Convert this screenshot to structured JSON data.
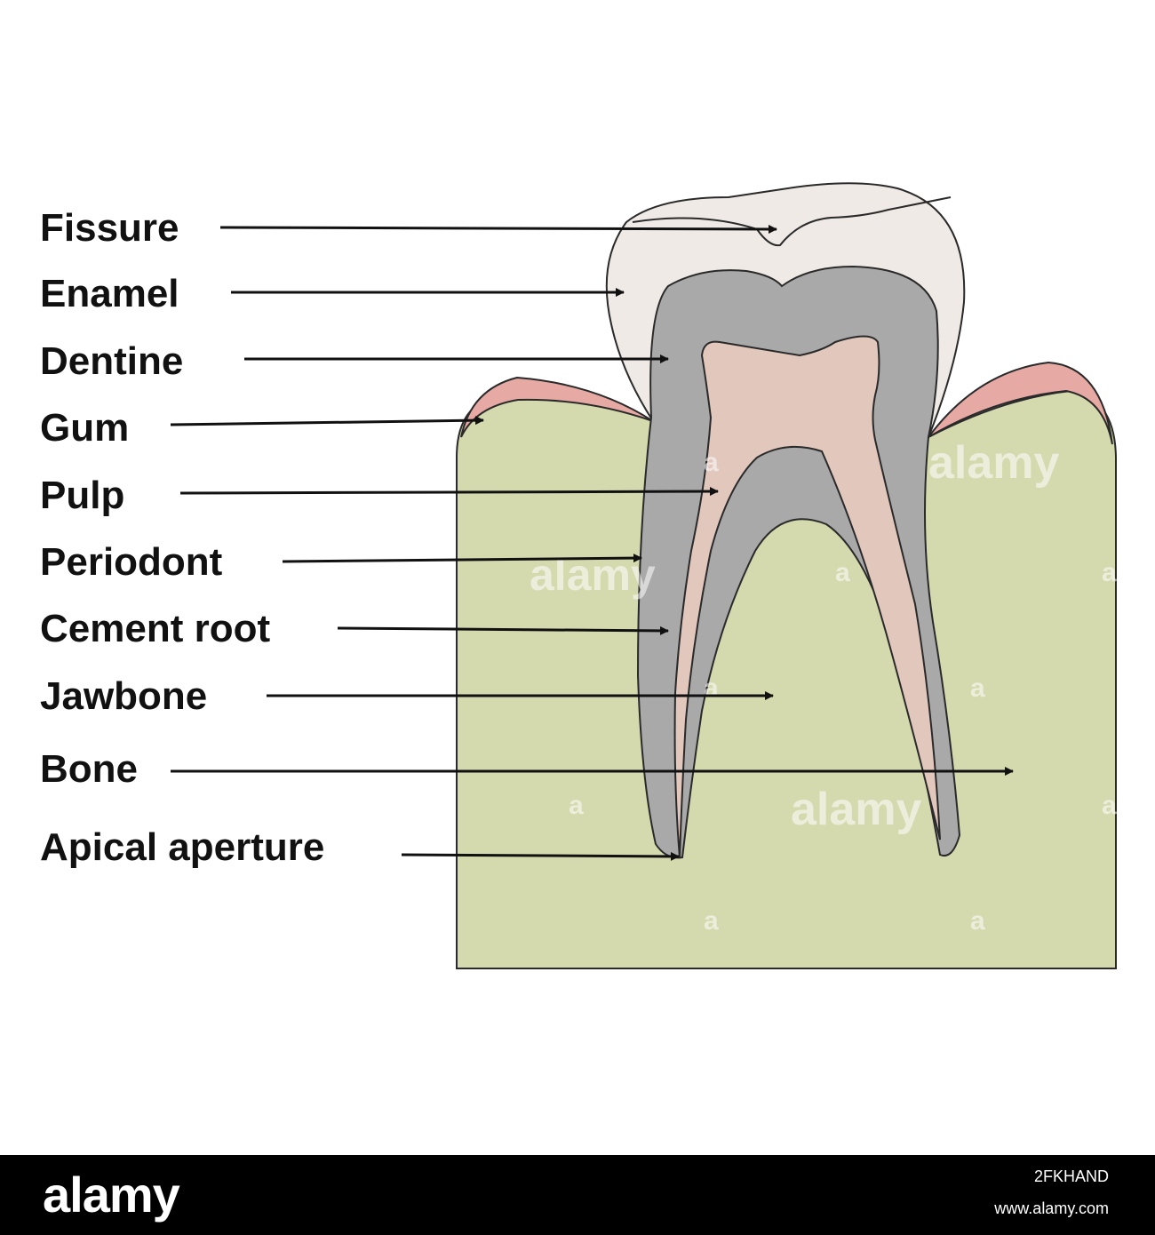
{
  "labels": [
    {
      "id": "fissure",
      "text": "Fissure"
    },
    {
      "id": "enamel",
      "text": "Enamel"
    },
    {
      "id": "dentine",
      "text": "Dentine"
    },
    {
      "id": "gum",
      "text": "Gum"
    },
    {
      "id": "pulp",
      "text": "Pulp"
    },
    {
      "id": "periodont",
      "text": "Periodont"
    },
    {
      "id": "cement-root",
      "text": "Cement root"
    },
    {
      "id": "jawbone",
      "text": "Jawbone"
    },
    {
      "id": "bone",
      "text": "Bone"
    },
    {
      "id": "apical-aperture",
      "text": "Apical aperture"
    }
  ],
  "colors": {
    "bone": "#d5d9ae",
    "gum": "#e6a9a4",
    "enamel": "#efeae6",
    "dentine": "#a9a9a9",
    "pulp": "#e2c7bd",
    "outline": "#2a2a2a",
    "arrow": "#111111"
  },
  "watermark": {
    "text": "alamy",
    "letter": "a"
  },
  "footer": {
    "logo": "alamy",
    "image_id": "2FKHAND",
    "url": "www.alamy.com"
  }
}
